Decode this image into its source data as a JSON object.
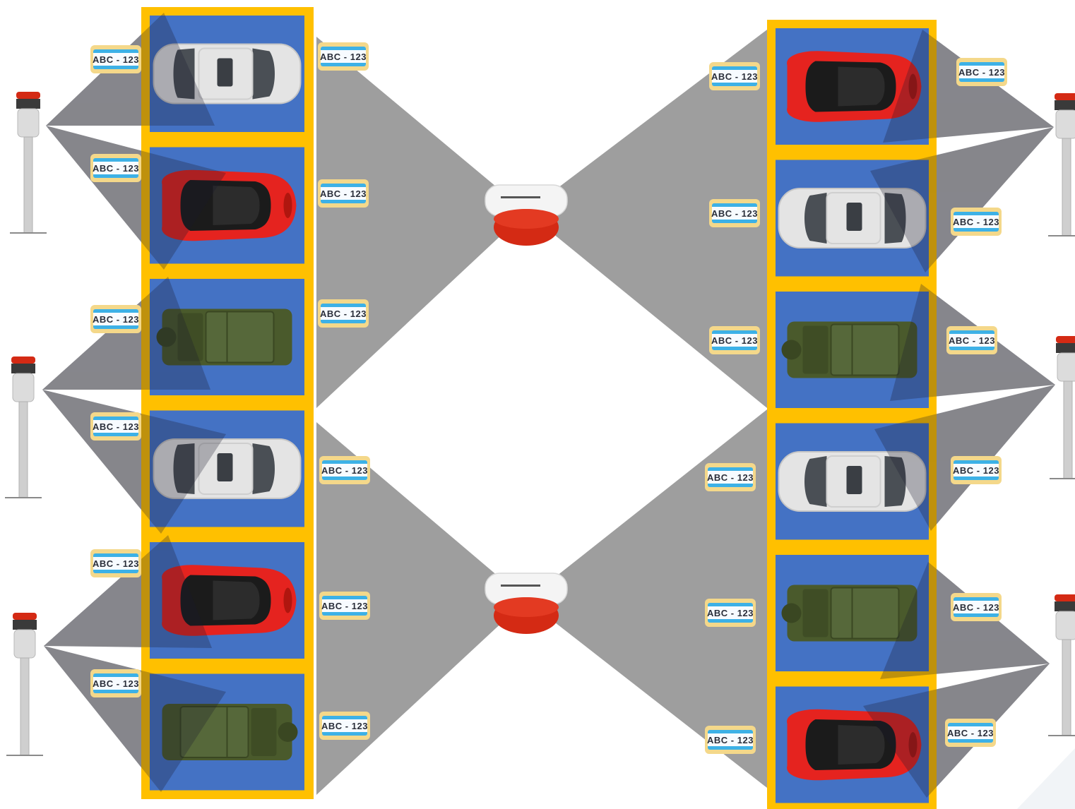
{
  "plate_text": "ABC - 123",
  "colors": {
    "lot_frame": "#ffc000",
    "bay": "#4472c4",
    "camera_beam": "#8c8c8c",
    "plate_frame": "#f4d88a",
    "plate_inner": "#3db1e6",
    "car_red": "#e5231f",
    "car_white": "#e4e4e4",
    "car_olive": "#4a5a2c",
    "camera_red": "#d42a14"
  },
  "icons": {
    "overhead_camera": "overhead-camera-icon",
    "pole_camera": "pole-camera-icon",
    "car": "car-icon",
    "plate": "license-plate-icon"
  },
  "left_lot": {
    "bays": [
      {
        "vehicle": "white-sedan",
        "facing": "right"
      },
      {
        "vehicle": "red-sports-car",
        "facing": "right"
      },
      {
        "vehicle": "olive-suv",
        "facing": "right"
      },
      {
        "vehicle": "white-sedan",
        "facing": "right"
      },
      {
        "vehicle": "red-sports-car",
        "facing": "right"
      },
      {
        "vehicle": "olive-suv",
        "facing": "left"
      }
    ]
  },
  "right_lot": {
    "bays": [
      {
        "vehicle": "red-sports-car",
        "facing": "right"
      },
      {
        "vehicle": "white-sedan",
        "facing": "left"
      },
      {
        "vehicle": "olive-suv",
        "facing": "right"
      },
      {
        "vehicle": "white-sedan",
        "facing": "left"
      },
      {
        "vehicle": "olive-suv",
        "facing": "right"
      },
      {
        "vehicle": "red-sports-car",
        "facing": "right"
      }
    ]
  }
}
